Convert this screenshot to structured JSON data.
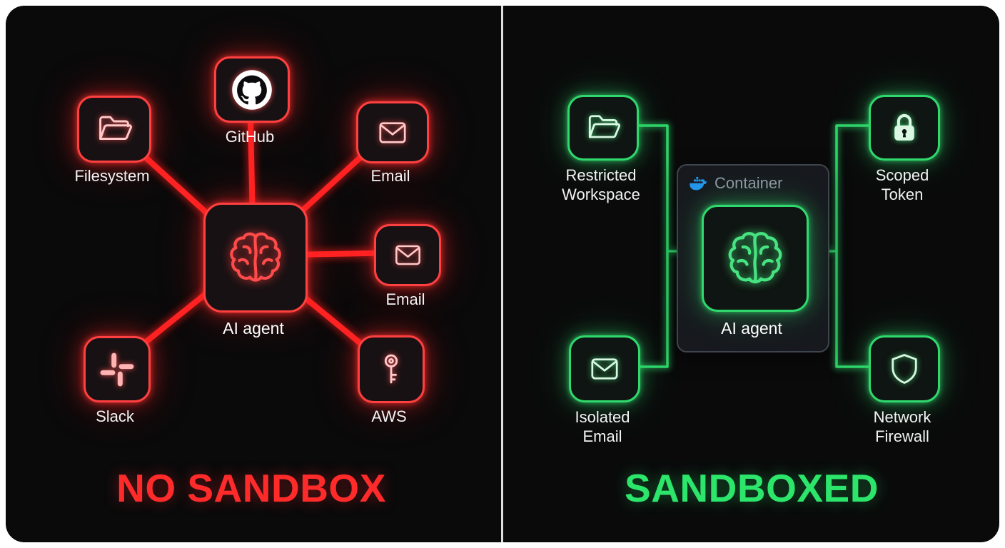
{
  "left": {
    "title": "NO SANDBOX",
    "accent_color": "#ff2b2b",
    "agent": {
      "label": "AI agent",
      "icon": "brain-icon"
    },
    "nodes": [
      {
        "label": "Filesystem",
        "icon": "folder-icon"
      },
      {
        "label": "GitHub",
        "icon": "github-icon"
      },
      {
        "label": "Email",
        "icon": "envelope-icon"
      },
      {
        "label": "Email",
        "icon": "envelope-icon"
      },
      {
        "label": "Slack",
        "icon": "slack-icon"
      },
      {
        "label": "AWS",
        "icon": "key-icon"
      }
    ]
  },
  "right": {
    "title": "SANDBOXED",
    "accent_color": "#2ce66b",
    "container": {
      "label": "Container",
      "icon": "docker-icon"
    },
    "agent": {
      "label": "AI agent",
      "icon": "brain-icon"
    },
    "nodes": [
      {
        "label": "Restricted\nWorkspace",
        "icon": "folder-icon"
      },
      {
        "label": "Scoped\nToken",
        "icon": "lock-icon"
      },
      {
        "label": "Isolated\nEmail",
        "icon": "envelope-icon"
      },
      {
        "label": "Network\nFirewall",
        "icon": "shield-icon"
      }
    ]
  }
}
